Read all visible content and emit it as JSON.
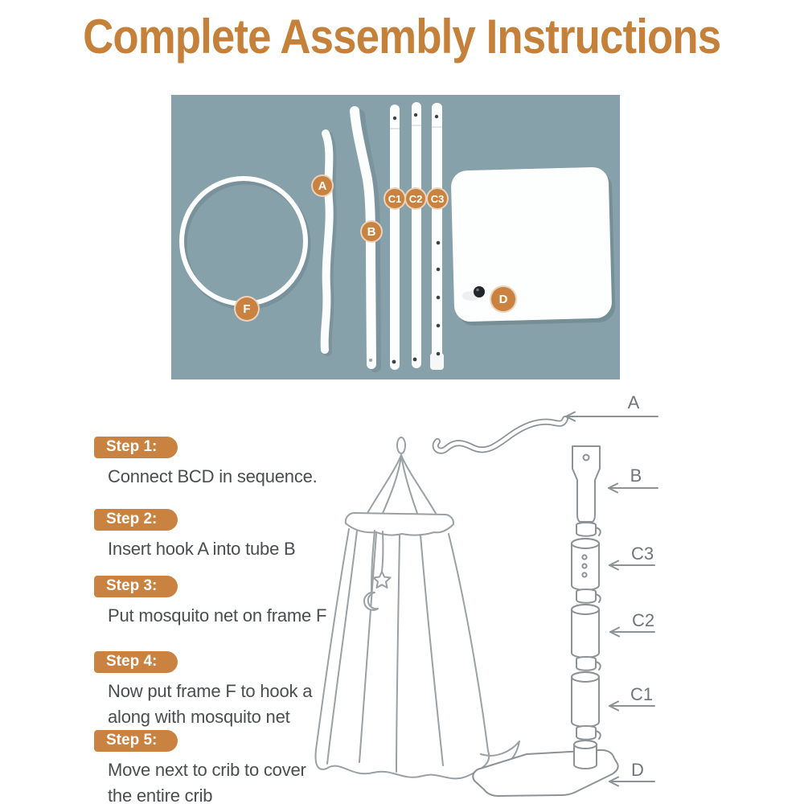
{
  "title": "Complete Assembly Instructions",
  "colors": {
    "accent": "#c5803a",
    "badge_orange": "#c9823f",
    "photo_background": "#87a1aa",
    "step_text": "#4a4d50",
    "diagram_line": "#8d9296",
    "diagram_label": "#70757b"
  },
  "photo": {
    "badges": [
      {
        "id": "a",
        "label": "A"
      },
      {
        "id": "b",
        "label": "B"
      },
      {
        "id": "c1",
        "label": "C1"
      },
      {
        "id": "c2",
        "label": "C2"
      },
      {
        "id": "c3",
        "label": "C3"
      },
      {
        "id": "d",
        "label": "D"
      },
      {
        "id": "f",
        "label": "F"
      }
    ]
  },
  "steps": [
    {
      "label": "Step 1:",
      "lines": [
        "Connect BCD in sequence."
      ]
    },
    {
      "label": "Step 2:",
      "lines": [
        "Insert hook A into tube B"
      ]
    },
    {
      "label": "Step 3:",
      "lines": [
        "Put mosquito net on frame F"
      ]
    },
    {
      "label": "Step 4:",
      "lines": [
        "Now put frame F to hook a",
        "along with mosquito net"
      ]
    },
    {
      "label": "Step 5:",
      "lines": [
        "Move next to crib to cover",
        "the entire crib"
      ]
    }
  ],
  "diagram": {
    "labels": [
      {
        "id": "a",
        "text": "A"
      },
      {
        "id": "b",
        "text": "B"
      },
      {
        "id": "c3",
        "text": "C3"
      },
      {
        "id": "c2",
        "text": "C2"
      },
      {
        "id": "c1",
        "text": "C1"
      },
      {
        "id": "d",
        "text": "D"
      }
    ]
  }
}
